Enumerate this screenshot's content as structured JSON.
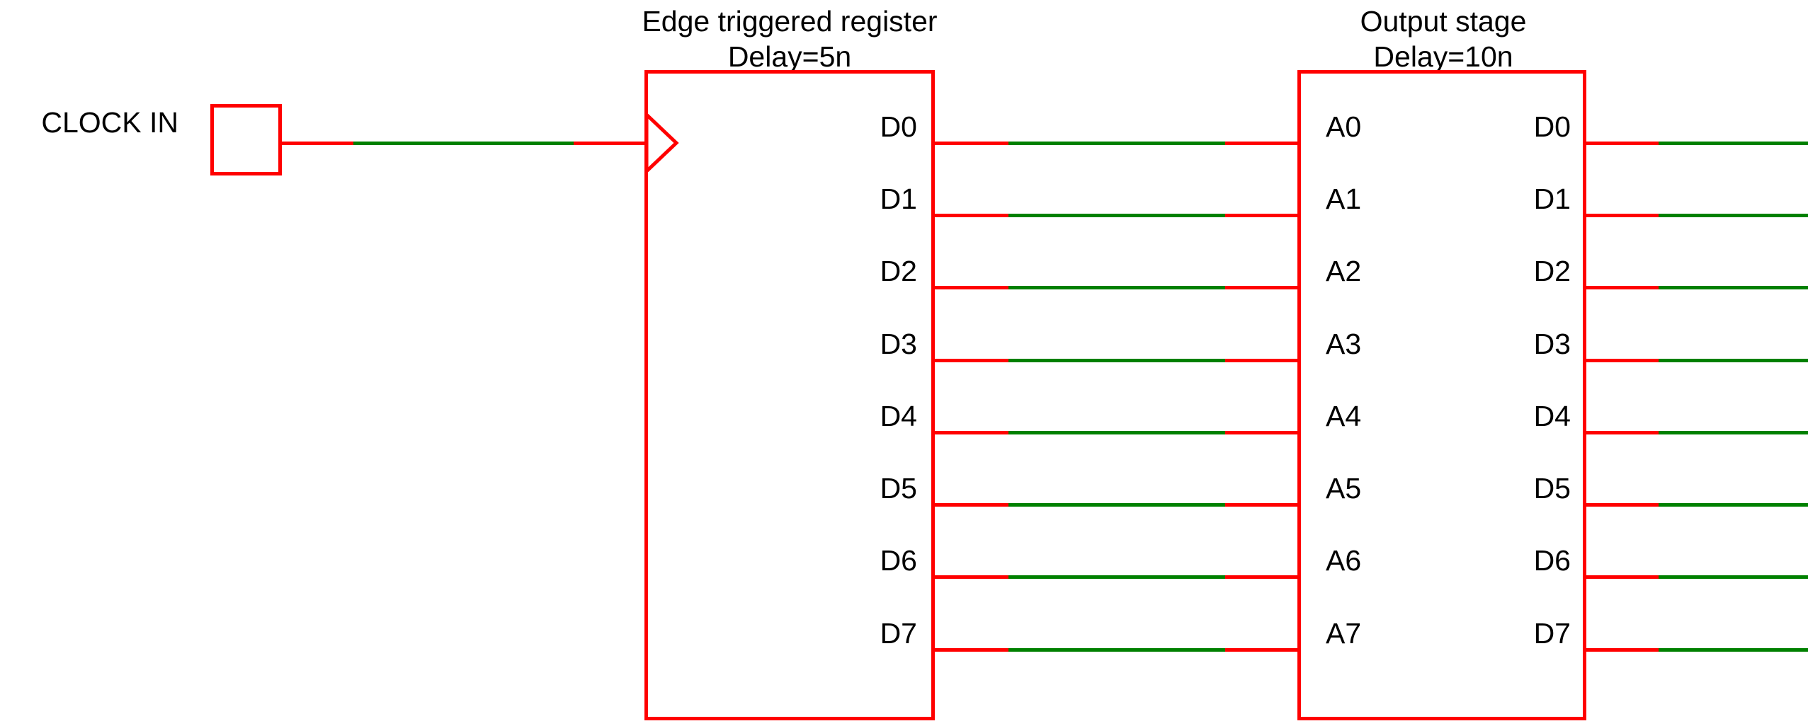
{
  "colors": {
    "component": "#ff0000",
    "wire": "#008000",
    "text": "#000000",
    "background": "#ffffff"
  },
  "clock_input": {
    "label": "CLOCK IN"
  },
  "register": {
    "title": "Edge triggered register",
    "delay": "Delay=5n",
    "output_pins": [
      "D0",
      "D1",
      "D2",
      "D3",
      "D4",
      "D5",
      "D6",
      "D7"
    ]
  },
  "output_stage": {
    "title": "Output stage",
    "delay": "Delay=10n",
    "input_pins": [
      "A0",
      "A1",
      "A2",
      "A3",
      "A4",
      "A5",
      "A6",
      "A7"
    ],
    "output_pins": [
      "D0",
      "D1",
      "D2",
      "D3",
      "D4",
      "D5",
      "D6",
      "D7"
    ]
  }
}
